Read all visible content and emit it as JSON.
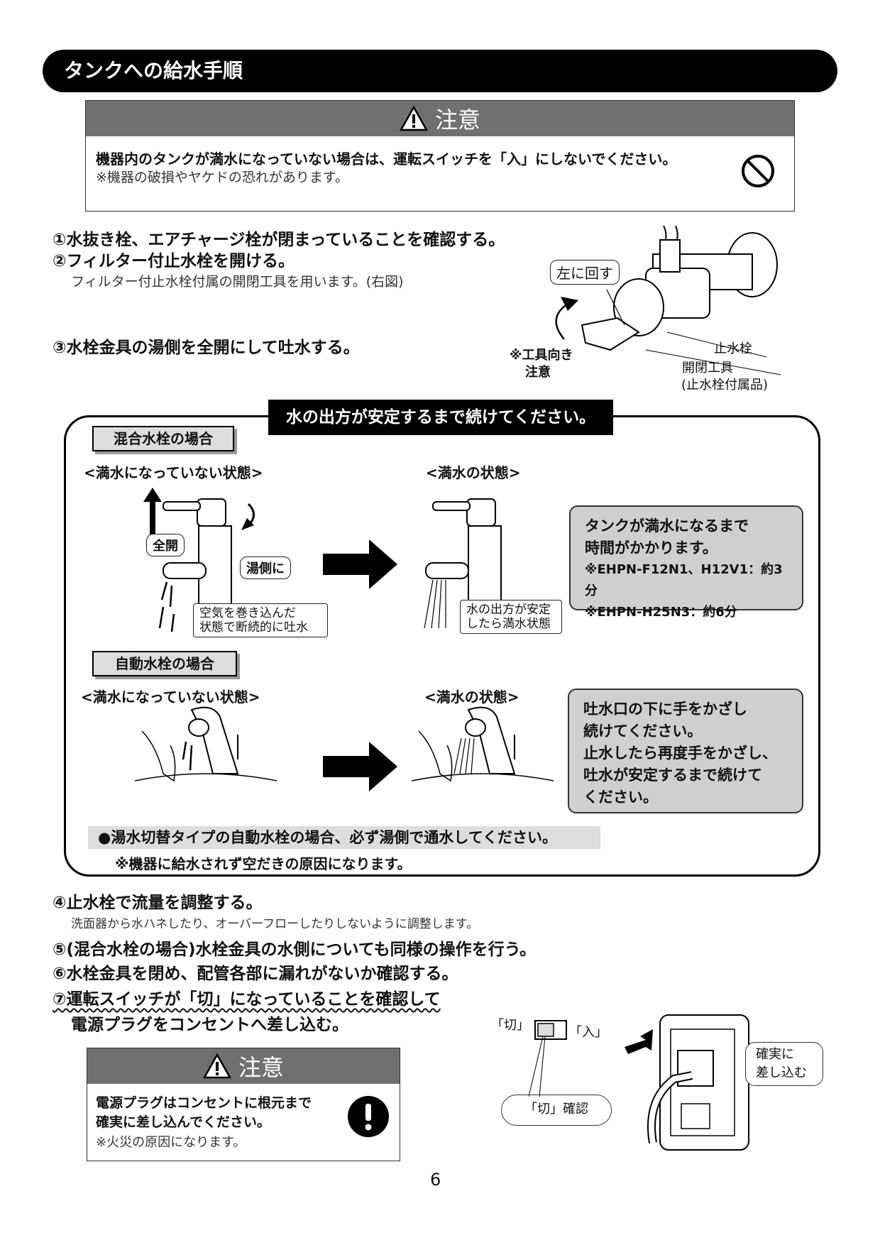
{
  "header": {
    "title": "タンクへの給水手順"
  },
  "caution1": {
    "title": "注意",
    "line1": "機器内のタンクが満水になっていない場合は、運転スイッチを「入」にしないでください。",
    "line2": "※機器の破損やヤケドの恐れがあります。",
    "icon": "prohibited-icon"
  },
  "steps": {
    "s1": "①水抜き栓、エアチャージ栓が閉まっていることを確認する。",
    "s2": "②フィルター付止水栓を開ける。",
    "s2_note": "フィルター付止水栓付属の開閉工具を用います。(右図)",
    "s3": "③水栓金具の湯側を全開にして吐水する。",
    "s4": "④止水栓で流量を調整する。",
    "s4_note": "洗面器から水ハネしたり、オーバーフローしたりしないように調整します。",
    "s5": "⑤(混合水栓の場合)水栓金具の水側についても同様の操作を行う。",
    "s6": "⑥水栓金具を閉め、配管各部に漏れがないか確認する。",
    "s7a": "⑦運転スイッチが「切」になっていることを確認して",
    "s7b": "電源プラグをコンセントへ差し込む。"
  },
  "valve_figure": {
    "turn_left": "左に回す",
    "tool_dir1": "※工具向き",
    "tool_dir2": "注意",
    "stop_valve": "止水栓",
    "tool": "開閉工具",
    "tool_note": "(止水栓付属品)"
  },
  "procedure": {
    "title": "水の出方が安定するまで続けてください。",
    "mixed_label": "混合水栓の場合",
    "auto_label": "自動水栓の場合",
    "not_full": "<満水になっていない状態>",
    "full": "<満水の状態>",
    "full_open": "全開",
    "hot_side": "湯側に",
    "intermittent1": "空気を巻き込んだ",
    "intermittent2": "状態で断続的に吐水",
    "stable1": "水の出方が安定",
    "stable2": "したら満水状態",
    "info1_l1": "タンクが満水になるまで",
    "info1_l2": "時間がかかります。",
    "info1_l3": "※EHPN-F12N1、H12V1：約3分",
    "info1_l4": "※EHPN-H25N3：約6分",
    "info2_l1": "吐水口の下に手をかざし",
    "info2_l2": "続けてください。",
    "info2_l3": "止水したら再度手をかざし、",
    "info2_l4": "吐水が安定するまで続けて",
    "info2_l5": "ください。",
    "warn1": "●湯水切替タイプの自動水栓の場合、必ず湯側で通水してください。",
    "warn2": "※機器に給水されず空だきの原因になります。"
  },
  "caution2": {
    "title": "注意",
    "line1": "電源プラグはコンセントに根元まで",
    "line2": "確実に差し込んでください。",
    "line3": "※火災の原因になります。",
    "icon": "exclamation-icon"
  },
  "switch_figure": {
    "off": "「切」",
    "on": "「入」",
    "off_confirm": "「切」確認",
    "insert1": "確実に",
    "insert2": "差し込む"
  },
  "page_number": "6"
}
